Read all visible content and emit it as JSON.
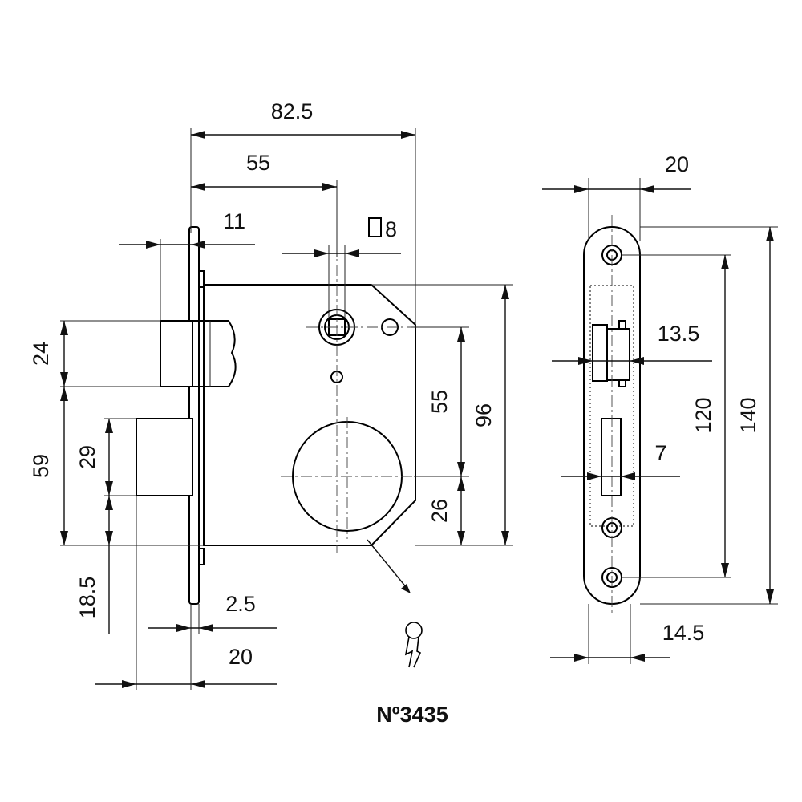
{
  "model": "Nº3435",
  "dims": {
    "d82_5": "82.5",
    "d55_top": "55",
    "d11": "11",
    "d8": "8",
    "d24": "24",
    "d59": "59",
    "d29": "29",
    "d18_5": "18.5",
    "d2_5": "2.5",
    "d20_bottom": "20",
    "d55_right": "55",
    "d26": "26",
    "d96": "96",
    "d20_side": "20",
    "d13_5": "13.5",
    "d120": "120",
    "d140": "140",
    "d7": "7",
    "d14_5": "14.5"
  },
  "icons": {
    "square_spindle": "square-spindle-icon",
    "keyhole": "keyhole-icon"
  }
}
